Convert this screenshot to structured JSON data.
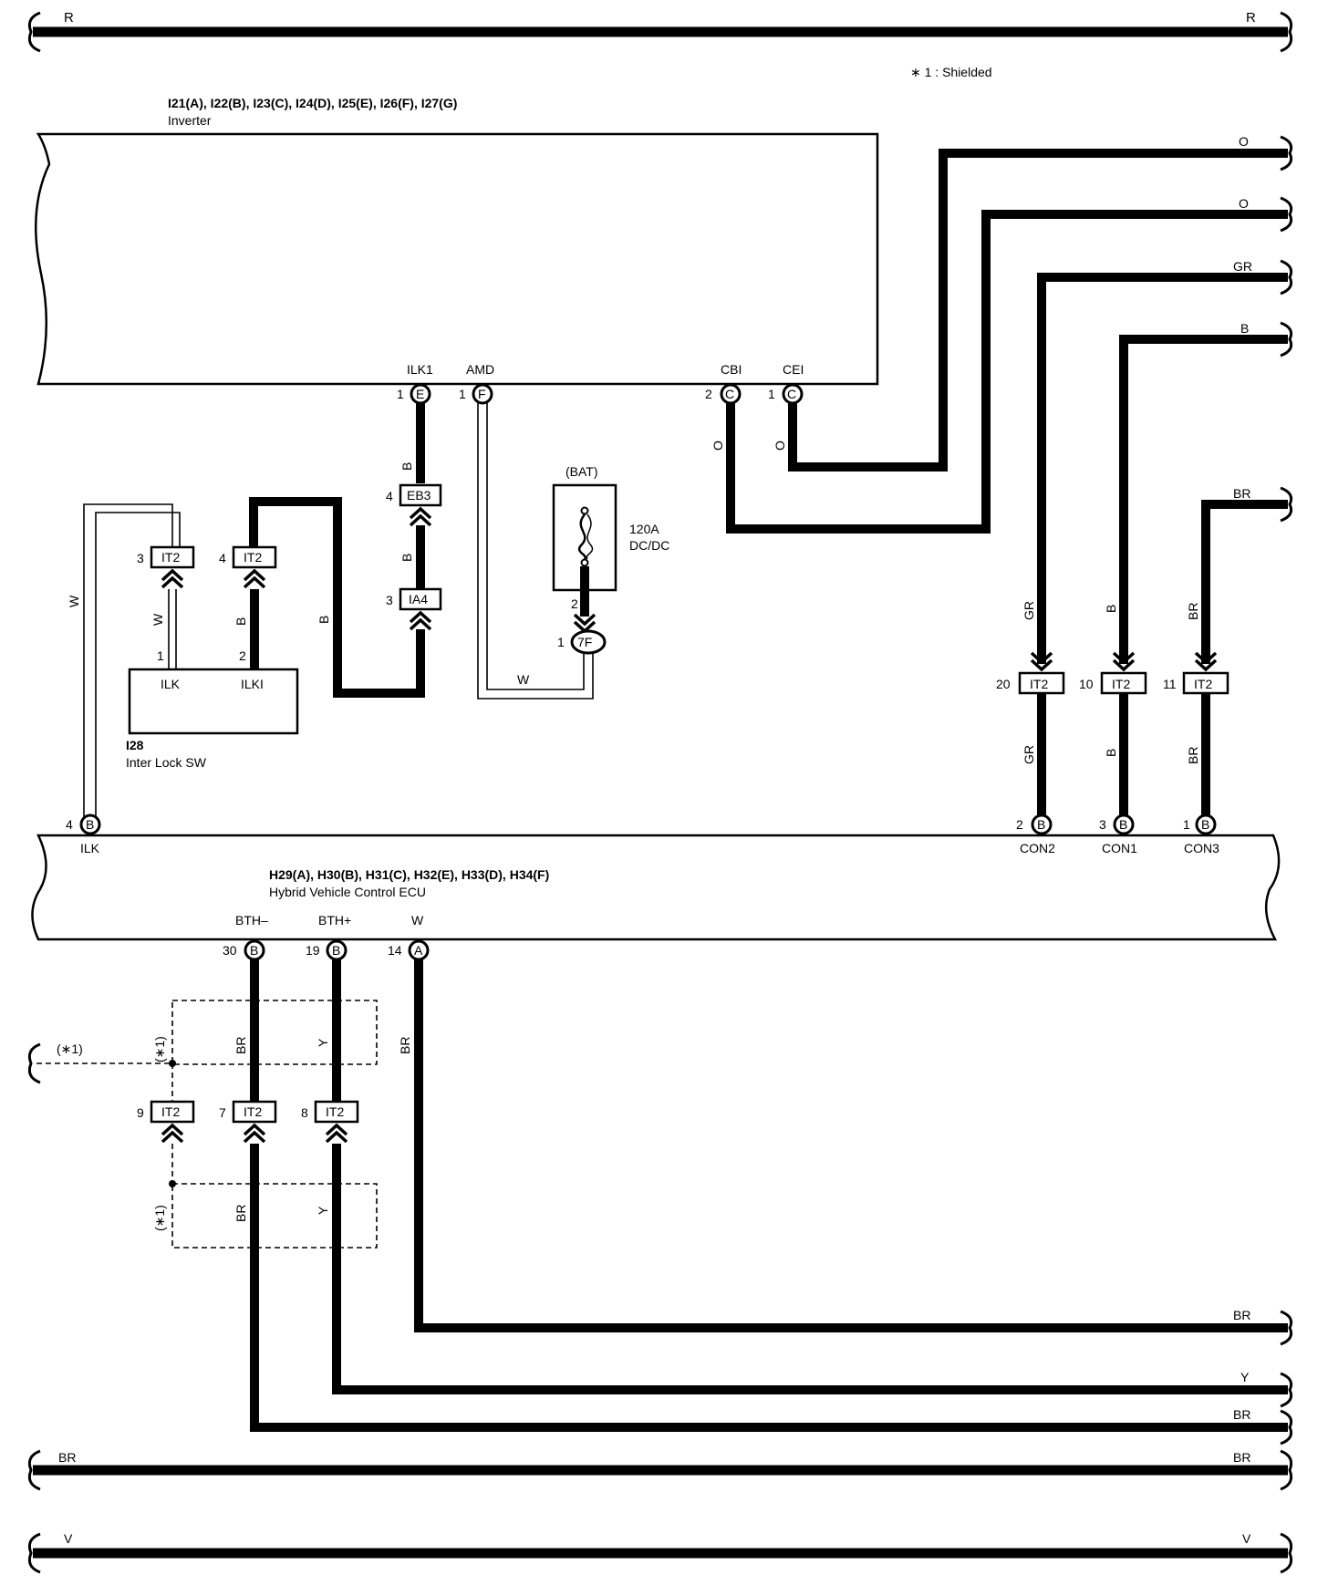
{
  "note": "∗ 1 : Shielded",
  "inverter": {
    "codes": "I21(A), I22(B), I23(C), I24(D), I25(E), I26(F), I27(G)",
    "name": "Inverter",
    "pins": [
      {
        "label": "ILK1",
        "num": "1",
        "conn": "E"
      },
      {
        "label": "AMD",
        "num": "1",
        "conn": "F"
      },
      {
        "label": "CBI",
        "num": "2",
        "conn": "C"
      },
      {
        "label": "CEI",
        "num": "1",
        "conn": "C"
      }
    ]
  },
  "ecu": {
    "codes": "H29(A), H30(B), H31(C), H32(E), H33(D), H34(F)",
    "name": "Hybrid Vehicle Control ECU",
    "top_pins": [
      {
        "num": "4",
        "conn": "B",
        "label": "ILK"
      },
      {
        "num": "2",
        "conn": "B",
        "label": "CON2"
      },
      {
        "num": "3",
        "conn": "B",
        "label": "CON1"
      },
      {
        "num": "1",
        "conn": "B",
        "label": "CON3"
      }
    ],
    "bottom_pins": [
      {
        "num": "30",
        "conn": "B",
        "label": "BTH–"
      },
      {
        "num": "19",
        "conn": "B",
        "label": "BTH+"
      },
      {
        "num": "14",
        "conn": "A",
        "label": "W"
      }
    ]
  },
  "interlock": {
    "code": "I28",
    "name": "Inter Lock SW",
    "pins": [
      {
        "num": "1",
        "label": "ILK"
      },
      {
        "num": "2",
        "label": "ILKI"
      }
    ]
  },
  "fuse": {
    "supply": "(BAT)",
    "rating": "120A",
    "name": "DC/DC",
    "pin": "2",
    "conn_pin": "1",
    "conn": "7F"
  },
  "junctions": {
    "eb3": {
      "num": "4",
      "label": "EB3"
    },
    "ia4": {
      "num": "3",
      "label": "IA4"
    },
    "it2_3": {
      "num": "3",
      "label": "IT2"
    },
    "it2_4": {
      "num": "4",
      "label": "IT2"
    },
    "it2_20": {
      "num": "20",
      "label": "IT2"
    },
    "it2_10": {
      "num": "10",
      "label": "IT2"
    },
    "it2_11": {
      "num": "11",
      "label": "IT2"
    },
    "it2_9": {
      "num": "9",
      "label": "IT2"
    },
    "it2_7": {
      "num": "7",
      "label": "IT2"
    },
    "it2_8": {
      "num": "8",
      "label": "IT2"
    }
  },
  "wire_colors": {
    "r": "R",
    "o": "O",
    "gr": "GR",
    "b": "B",
    "br": "BR",
    "w": "W",
    "y": "Y",
    "v": "V"
  },
  "shield_label": "(∗1)"
}
